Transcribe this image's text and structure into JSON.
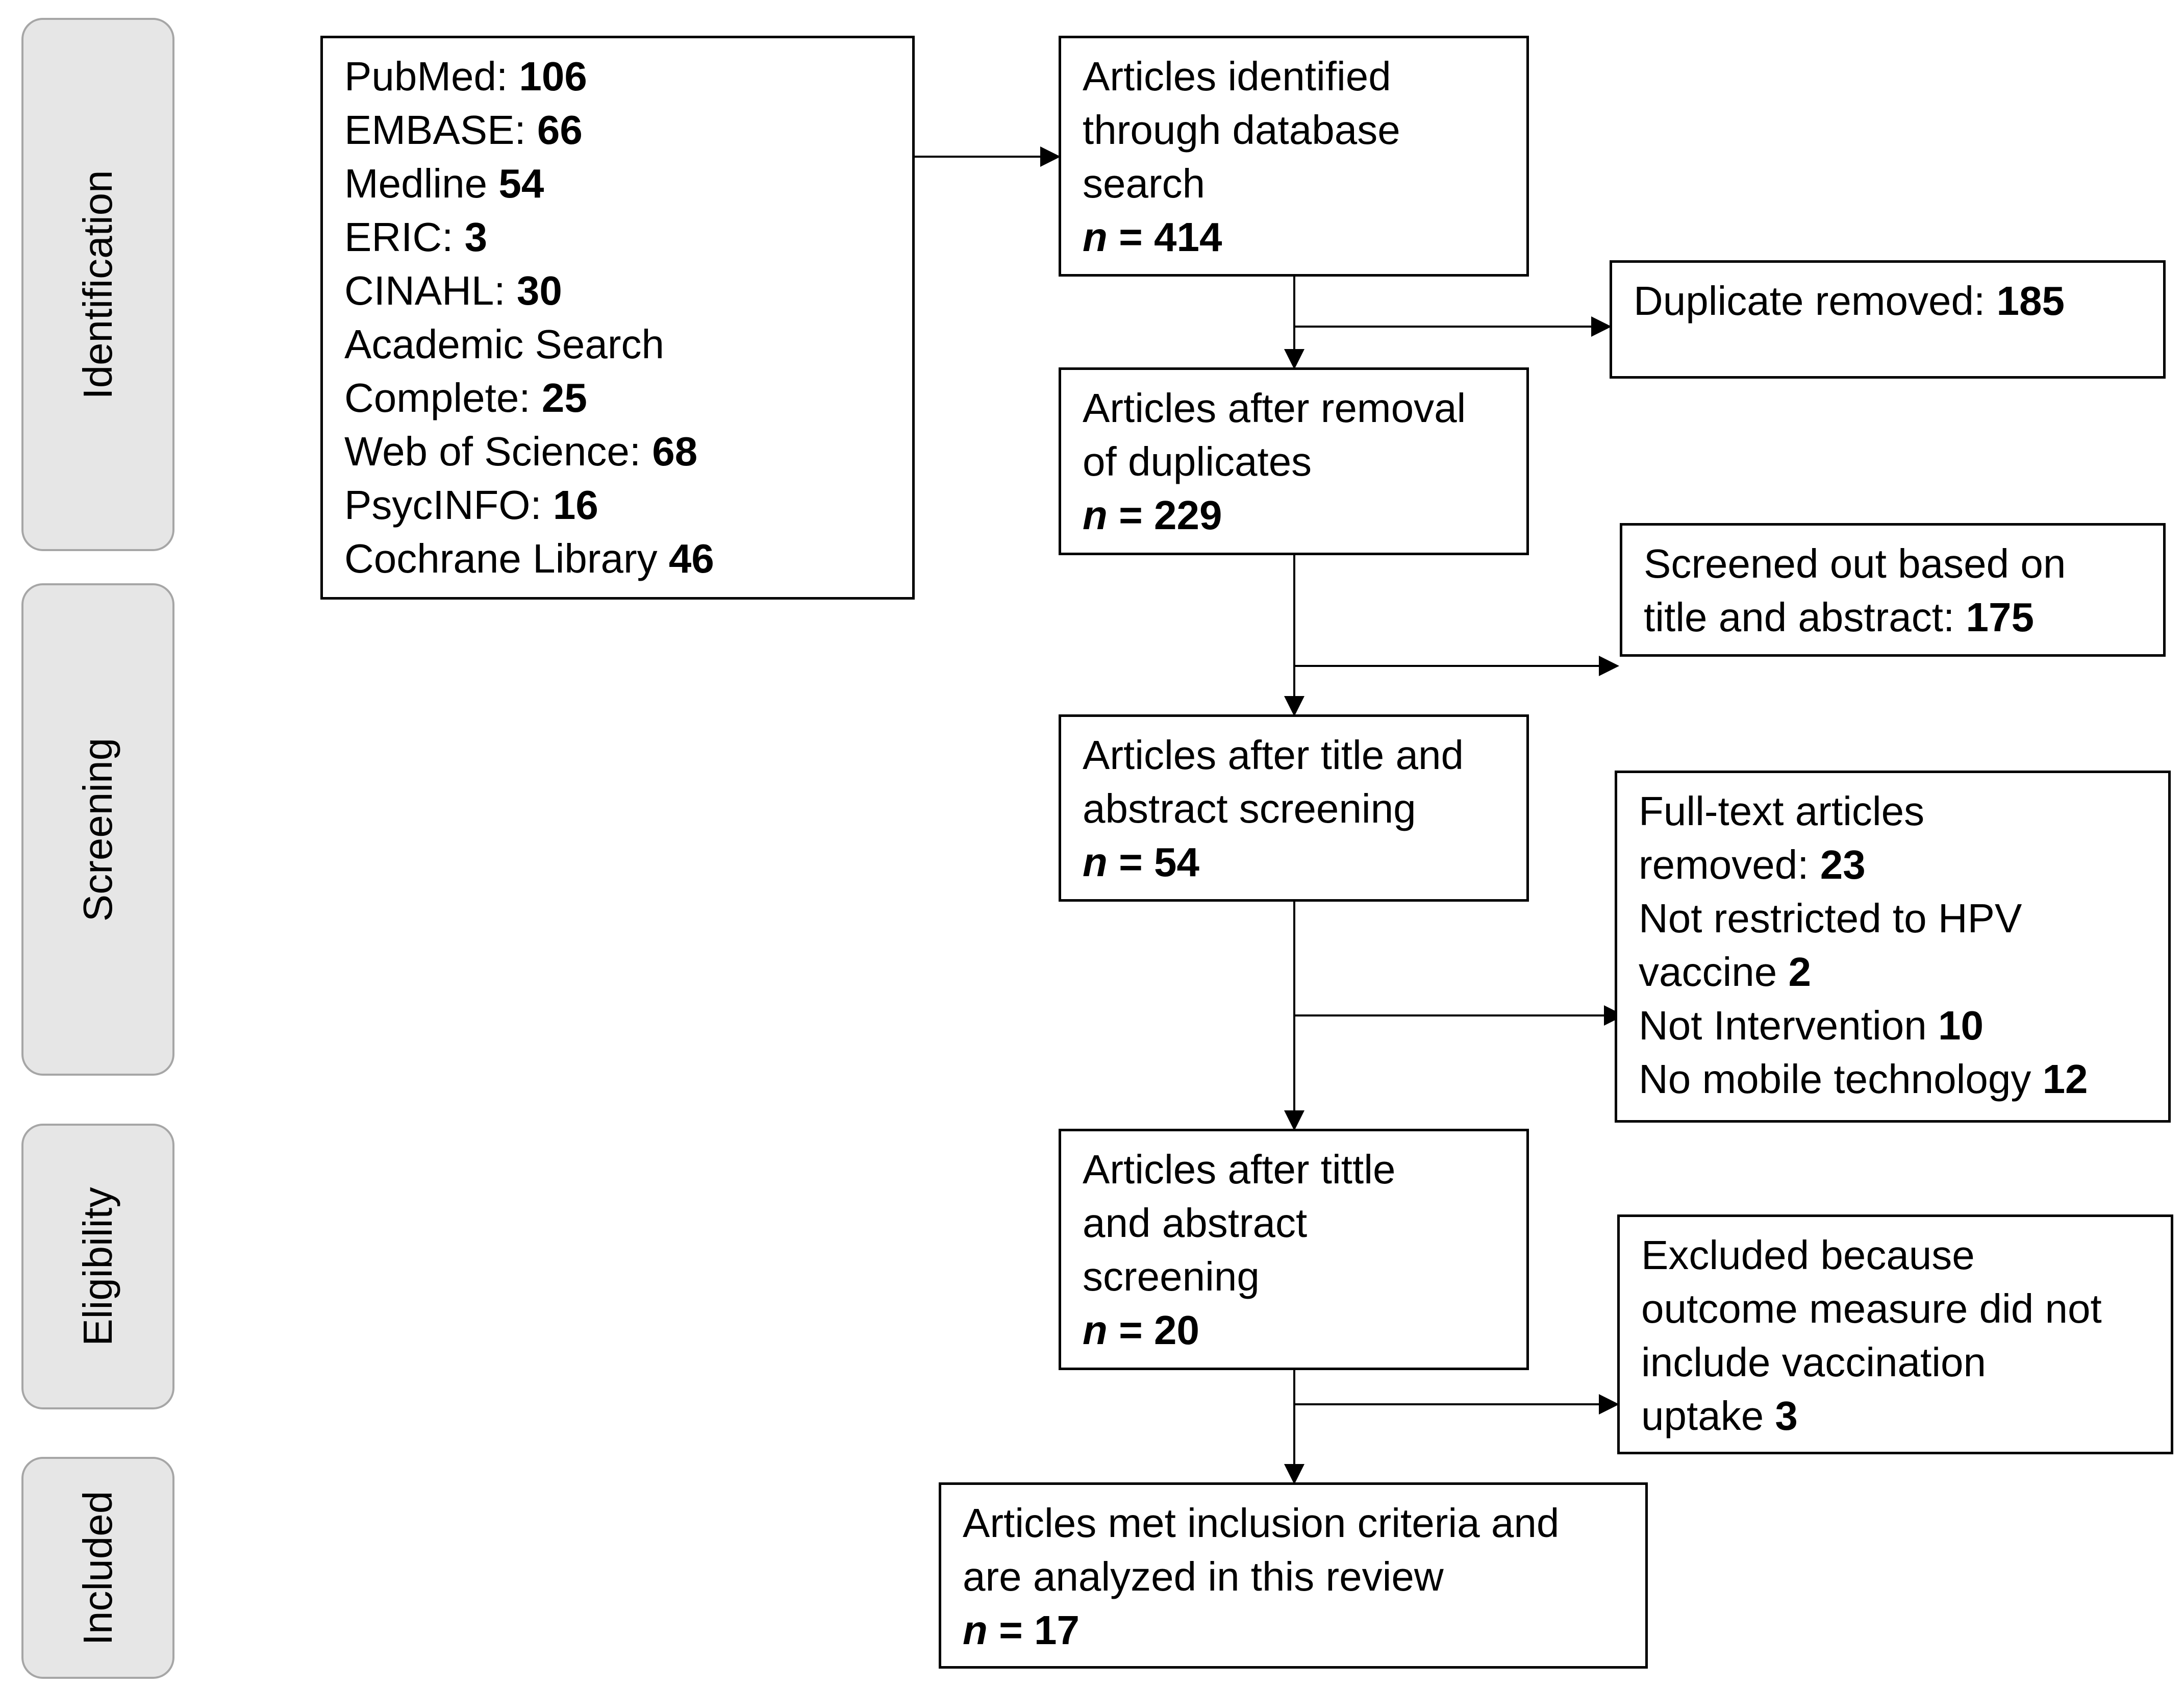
{
  "stages": [
    {
      "label": "Identification"
    },
    {
      "label": "Screening"
    },
    {
      "label": "Eligibility"
    },
    {
      "label": "Included"
    }
  ],
  "sources": [
    {
      "label": "PubMed: ",
      "count": "106"
    },
    {
      "label": "EMBASE: ",
      "count": "66"
    },
    {
      "label": "Medline ",
      "count": "54"
    },
    {
      "label": "ERIC: ",
      "count": "3"
    },
    {
      "label": "CINAHL: ",
      "count": "30"
    },
    {
      "label": "Academic Search",
      "count": ""
    },
    {
      "label": "Complete: ",
      "count": "25"
    },
    {
      "label": "Web of Science: ",
      "count": "68"
    },
    {
      "label": "PsycINFO: ",
      "count": "16"
    },
    {
      "label": "Cochrane Library ",
      "count": "46"
    }
  ],
  "identified": {
    "lines": [
      "Articles identified",
      "through database",
      "search"
    ],
    "n_prefix": "n",
    "n_value": " = 414"
  },
  "duplicates": {
    "label": "Duplicate removed: ",
    "count": "185"
  },
  "after_duplicates": {
    "lines": [
      "Articles after removal",
      "of duplicates"
    ],
    "n_prefix": "n",
    "n_value": " = 229"
  },
  "screened_out": {
    "line1": "Screened out based on",
    "line2_label": "title and abstract: ",
    "count": "175"
  },
  "after_screening": {
    "lines": [
      "Articles after title and",
      "abstract screening"
    ],
    "n_prefix": "n",
    "n_value": " = 54"
  },
  "fulltext_removed": {
    "line1": "Full-text articles",
    "line2_label": "removed: ",
    "line2_count": "23",
    "line3": "Not restricted to HPV",
    "line4_label": "vaccine ",
    "line4_count": "2",
    "line5_label": "Not Intervention ",
    "line5_count": "10",
    "line6_label": "No mobile technology ",
    "line6_count": "12"
  },
  "after_fulltext": {
    "lines": [
      "Articles after tittle",
      "and abstract",
      "screening"
    ],
    "n_prefix": "n",
    "n_value": " = 20"
  },
  "excluded": {
    "lines": [
      "Excluded because",
      "outcome measure did not",
      "include vaccination"
    ],
    "line4_label": "uptake ",
    "line4_count": "3"
  },
  "included": {
    "lines": [
      "Articles met inclusion criteria and",
      "are  analyzed in this review"
    ],
    "n_prefix": "n",
    "n_value": " = 17"
  }
}
